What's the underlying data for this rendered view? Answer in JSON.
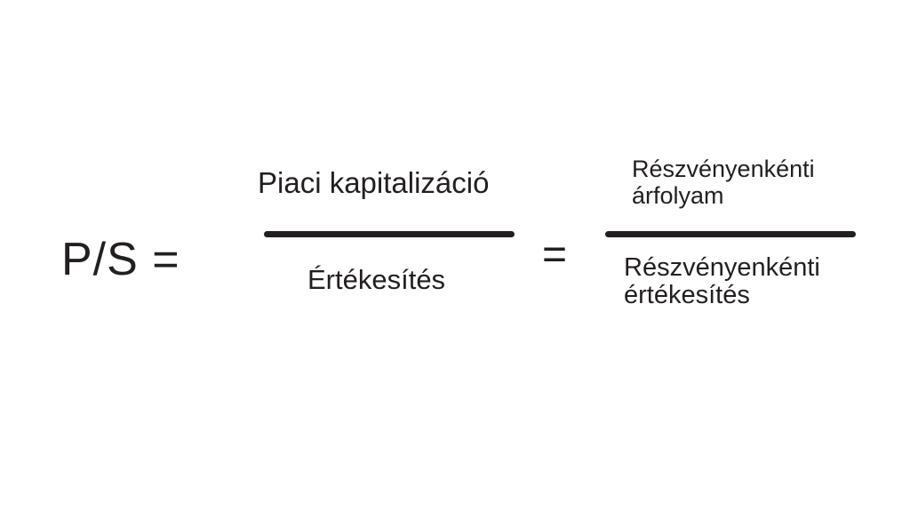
{
  "formula": {
    "lhs": "P/S =",
    "fraction1": {
      "numerator": "Piaci kapitalizáció",
      "denominator": "Értékesítés"
    },
    "equals": "=",
    "fraction2": {
      "numerator_line1": "Részvényenkénti",
      "numerator_line2": "árfolyam",
      "denominator_line1": "Részvényenkénti",
      "denominator_line2": "értékesítés"
    }
  },
  "colors": {
    "text": "#231f20",
    "background": "#ffffff"
  }
}
